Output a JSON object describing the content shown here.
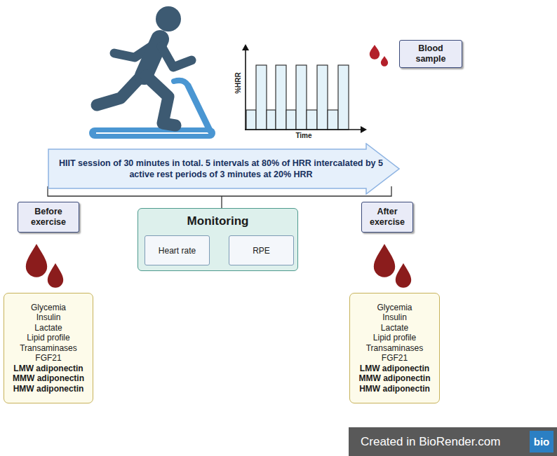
{
  "diagram": {
    "nodes": [
      {
        "text": [
          "Blood sample"
        ]
      },
      {
        "text": [
          "HIIT session of 30 minutes in total. 5 intervals at 80% of HRR intercalated by 5 active rest periods of 3 minutes at 20% HRR"
        ]
      },
      {
        "text": [
          "Before exercise"
        ]
      },
      {
        "text": [
          "Monitoring"
        ]
      },
      {
        "text": [
          "Heart rate"
        ],
        "in": 3
      },
      {
        "text": [
          "RPE"
        ],
        "in": 3
      },
      {
        "text": [
          "After exercise"
        ]
      },
      {
        "text": [
          "Glycemia",
          "Insulin",
          "Lactate",
          "Lipid profile",
          "Transaminases",
          "FGF21",
          "LMW adiponectin",
          "MMW adiponectin",
          "HMW adiponectin"
        ]
      },
      {
        "text": [
          "Glycemia",
          "Insulin",
          "Lactate",
          "Lipid profile",
          "Transaminases",
          "FGF21",
          "LMW adiponectin",
          "MMW adiponectin",
          "HMW adiponectin"
        ]
      },
      {
        "text": [
          "Created in BioRender.com",
          "bio"
        ]
      }
    ],
    "labels": [
      "%HRR",
      "Time"
    ]
  }
}
